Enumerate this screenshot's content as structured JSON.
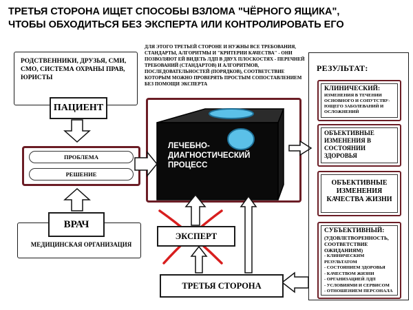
{
  "title": {
    "line1": "ТРЕТЬЯ СТОРОНА ИЩЕТ СПОСОБЫ ВЗЛОМА \"ЧЁРНОГО ЯЩИКА\",",
    "line2": "ЧТОБЫ ОБХОДИТЬСЯ БЕЗ ЭКСПЕРТА ИЛИ КОНТРОЛИРОВАТЬ ЕГО"
  },
  "left": {
    "relatives": "РОДСТВЕННИКИ, ДРУЗЬЯ, СМИ, СМО, СИСТЕМА ОХРАНЫ ПРАВ, ЮРИСТЫ",
    "patient": "ПАЦИЕНТ",
    "problem": "ПРОБЛЕМА",
    "decision": "РЕШЕНИЕ",
    "doctor": "ВРАЧ",
    "organization": "МЕДИЦИНСКАЯ ОРГАНИЗАЦИЯ"
  },
  "center": {
    "note": "ДЛЯ ЭТОГО ТРЕТЬЕЙ СТОРОНЕ И НУЖНЫ ВСЕ ТРЕБОВАНИЯ, СТАНДАРТЫ, АЛГОРИТМЫ И \"КРИТЕРИИ КАЧЕСТВА\" - ОНИ ПОЗВОЛЯЮТ ЕЙ ВИДЕТЬ ЛДП В ДВУХ ПЛОСКОСТЯХ - ПЕРЕЧНЕЙ ТРЕБОВАНИЙ (СТАНДАРТОВ) И АЛГОРИТМОВ, ПОСЛЕДОВАТЕЛЬНОСТЕЙ (ПОРЯДКОВ), СООТВЕТСТВИЕ КОТОРЫМ МОЖНО ПРОВЕРЯТЬ ПРОСТЫМ СОПОСТАВЛЕНИЕМ БЕЗ ПОМОЩИ ЭКСПЕРТА",
    "process_line1": "ЛЕЧЕБНО-",
    "process_line2": "ДИАГНОСТИЧЕСКИЙ",
    "process_line3": "ПРОЦЕСС",
    "expert": "ЭКСПЕРТ",
    "third_party": "ТРЕТЬЯ СТОРОНА"
  },
  "results": {
    "title": "РЕЗУЛЬТАТ:",
    "clinical_head": "КЛИНИЧЕСКИЙ:",
    "clinical_text": "ИЗМЕНЕНИЯ В ТЕЧЕНИИ ОСНОВНОГО И СОПУТСТВУ-ЮЩЕГО ЗАБОЛЕВАНИЙ И ОСЛОЖНЕНИЙ",
    "objective_health": "ОБЪЕКТИВНЫЕ ИЗМЕНЕНИЯ В СОСТОЯНИИ ЗДОРОВЬЯ",
    "objective_quality": "ОБЪЕКТИВНЫЕ ИЗМЕНЕНИЯ КАЧЕСТВА ЖИЗНИ",
    "subjective_head": "СУБЪЕКТИВНЫЙ:",
    "subjective_sub": "(УДОВЛЕТВОРЕННОСТЬ, СООТВЕТСТВИЕ ОЖИДАНИЯМ)",
    "subjective_items": [
      "- КЛИНИЧЕСКИМ РЕЗУЛЬТАТОМ",
      "- СОСТОЯНИЕМ ЗДОРОВЬЯ",
      "- КАЧЕСТВОМ ЖИЗНИ",
      "- ОРГАНИЗАЦИЕЙ ЛДП",
      "- УСЛОВИЯМИ И СЕРВИСОМ",
      "- ОТНОШЕНИЕМ ПЕРСОНАЛА"
    ]
  },
  "colors": {
    "frame": "#6b1d25",
    "cube": "#0a0a0a",
    "lens": "#5bc0e8",
    "cross": "#d81e1e"
  }
}
